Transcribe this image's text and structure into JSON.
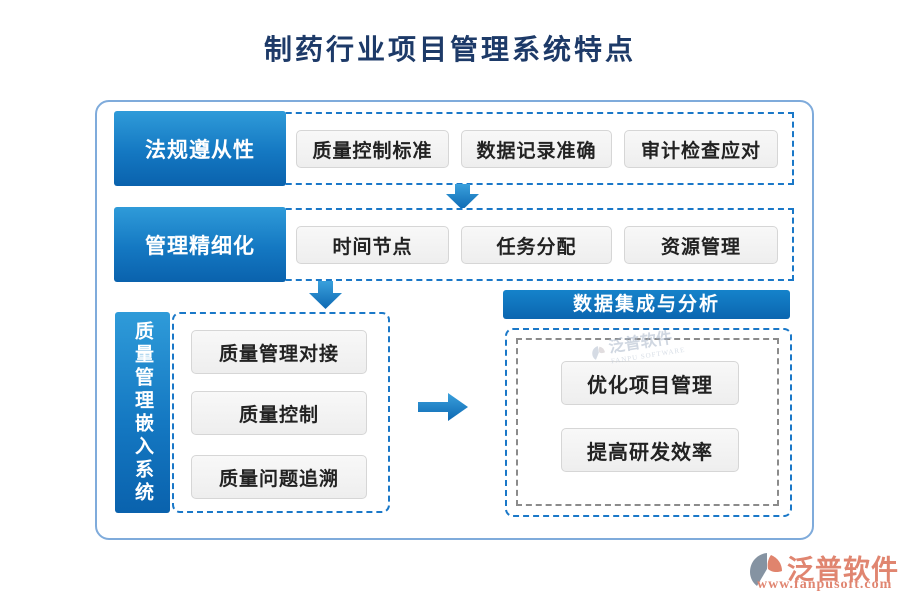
{
  "title": "制药行业项目管理系统特点",
  "colors": {
    "title_navy": "#1d3a68",
    "accent_blue": "#0b66b0",
    "dashed_blue": "#1a78c8",
    "frame_blue": "#7fabdb",
    "item_gray": "#f1f1f1",
    "gray_dashed": "#8b8b8b",
    "brand_coral": "#e08570"
  },
  "rows": [
    {
      "label": "法规遵从性",
      "items": [
        "质量控制标准",
        "数据记录准确",
        "审计检查应对"
      ]
    },
    {
      "label": "管理精细化",
      "items": [
        "时间节点",
        "任务分配",
        "资源管理"
      ]
    }
  ],
  "quality_section": {
    "label": "质量管理嵌入系统",
    "items": [
      "质量管理对接",
      "质量控制",
      "质量问题追溯"
    ]
  },
  "result_section": {
    "header": "数据集成与分析",
    "items": [
      "优化项目管理",
      "提高研发效率"
    ]
  },
  "watermark": {
    "text": "泛普软件",
    "subtext": "FANPU SOFTWARE"
  },
  "footer": {
    "brand": "泛普软件",
    "url": "www.fanpusoft.com"
  }
}
